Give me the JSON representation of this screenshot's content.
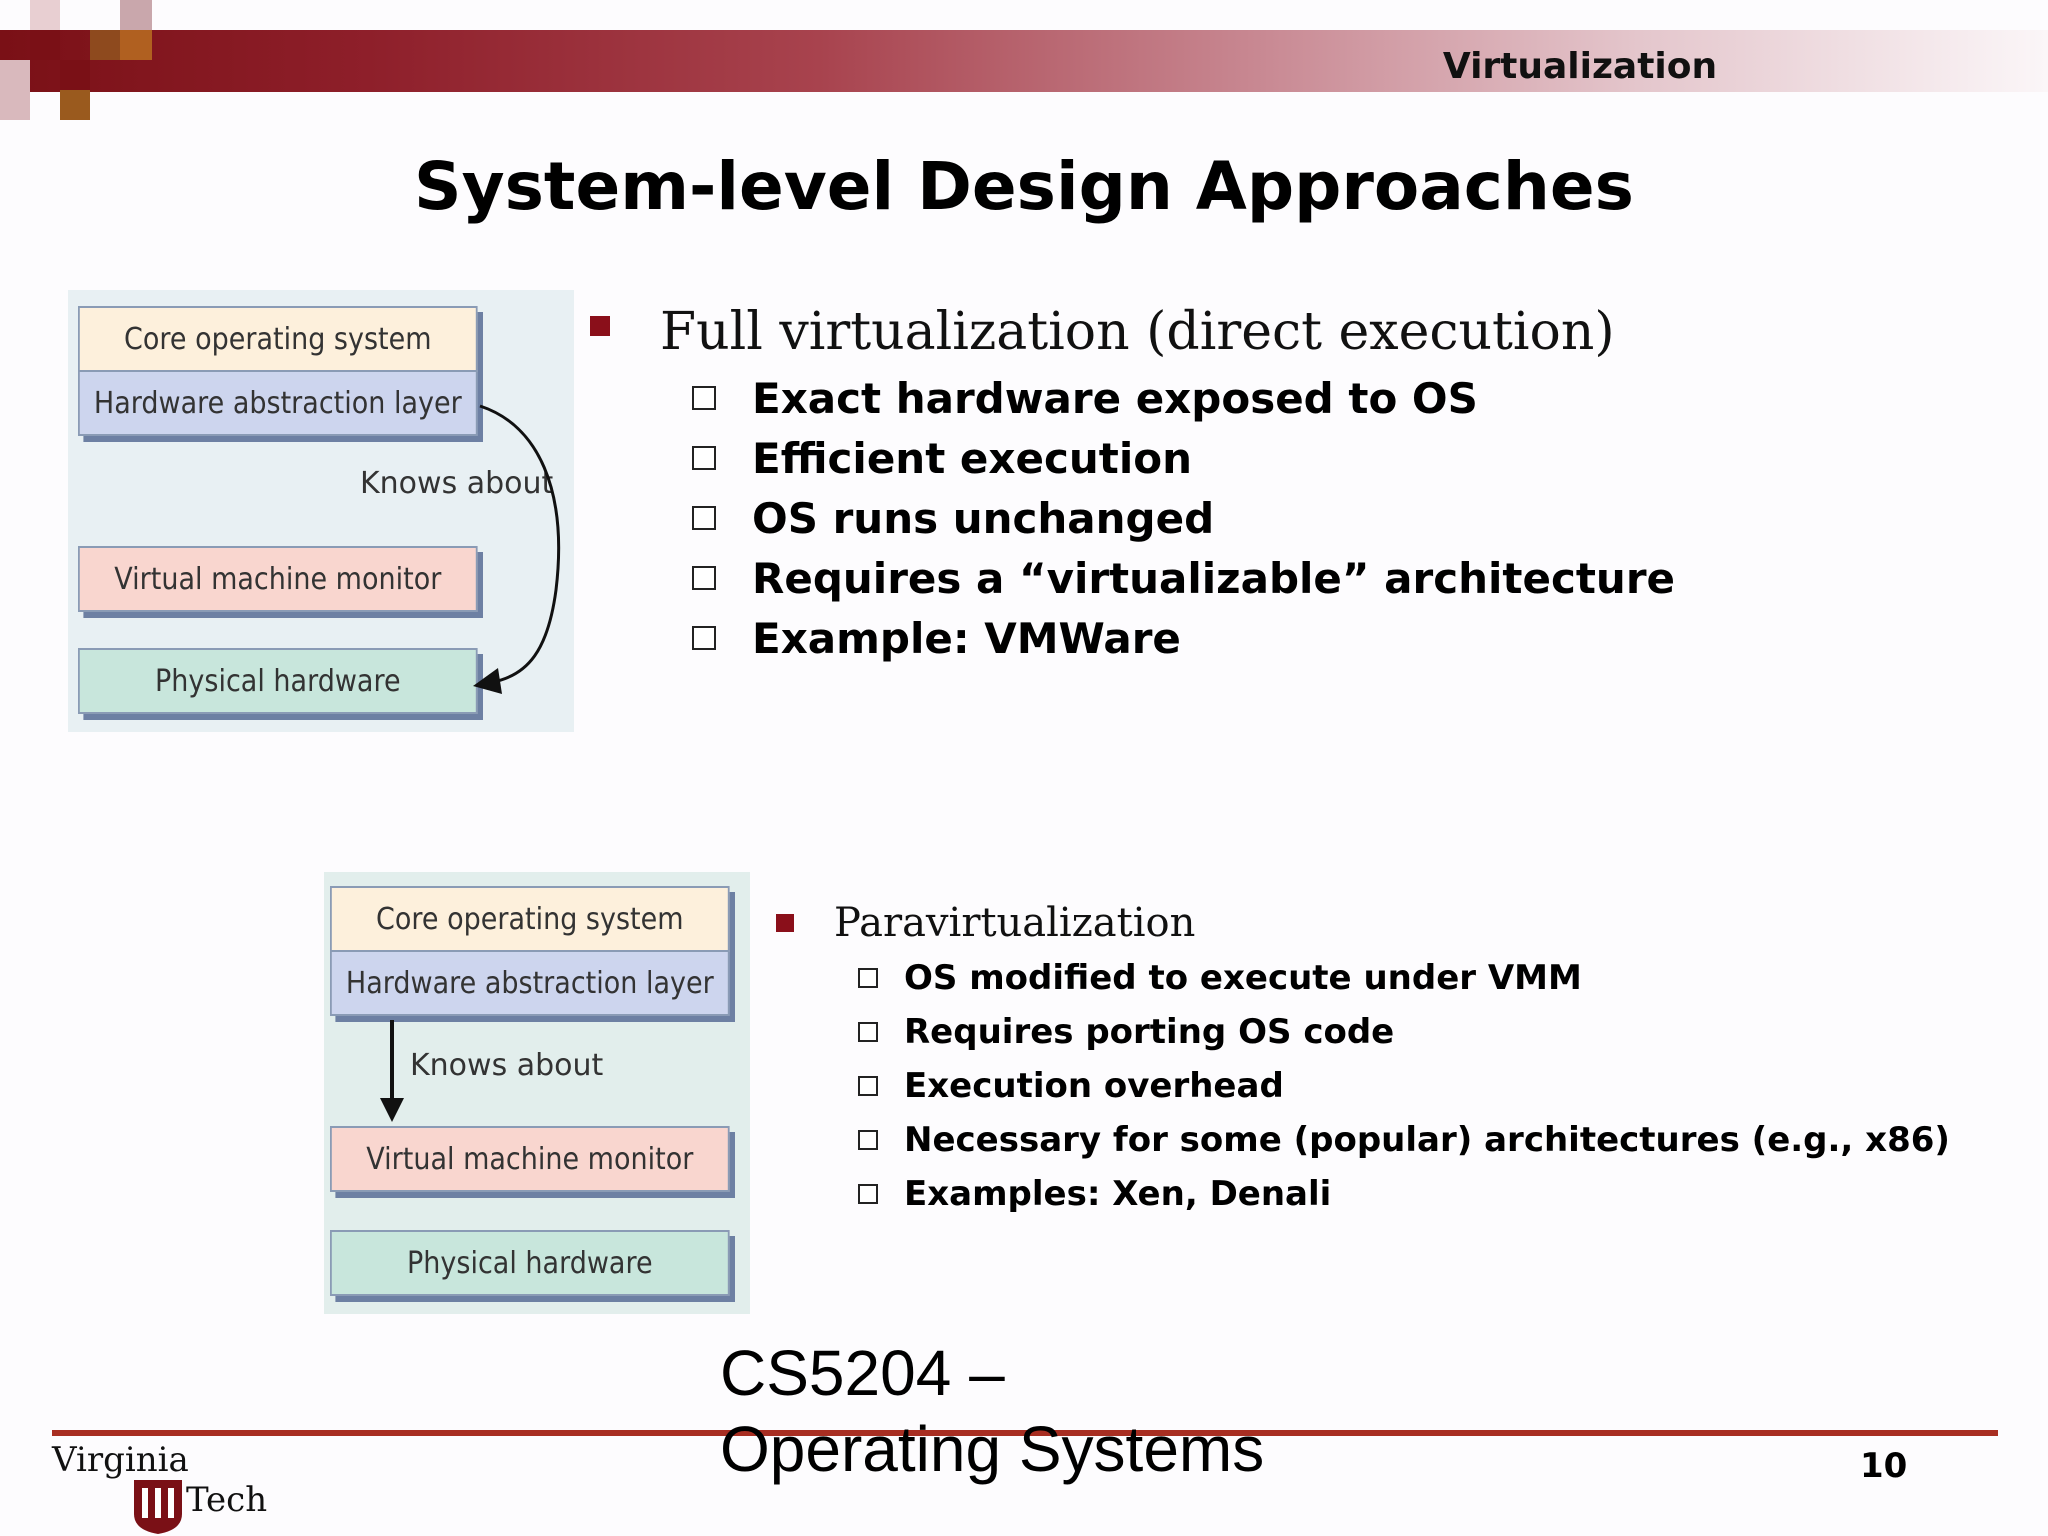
{
  "header": {
    "title": "Virtualization"
  },
  "slide": {
    "title": "System-level Design Approaches"
  },
  "diagram_top": {
    "core": "Core operating system",
    "hal": "Hardware abstraction layer",
    "knows": "Knows about",
    "vmm": "Virtual machine monitor",
    "phys": "Physical hardware"
  },
  "diagram_bottom": {
    "core": "Core operating system",
    "hal": "Hardware abstraction layer",
    "knows": "Knows about",
    "vmm": "Virtual machine monitor",
    "phys": "Physical hardware"
  },
  "full_virt": {
    "heading": "Full virtualization (direct execution)",
    "items": [
      "Exact hardware exposed to OS",
      "Efficient execution",
      "OS runs unchanged",
      "Requires a “virtualizable” architecture",
      "Example: VMWare"
    ]
  },
  "para_virt": {
    "heading": "Paravirtualization",
    "items": [
      "OS modified to execute under VMM",
      "Requires porting OS code",
      "Execution overhead",
      "Necessary for some (popular) architectures (e.g., x86)",
      "Examples: Xen, Denali"
    ]
  },
  "footer": {
    "course_line1": "CS5204 –",
    "course_line2": "Operating Systems",
    "page": "10",
    "logo_word1": "Virginia",
    "logo_word2": "Tech"
  },
  "colors": {
    "accent": "#8a0f1a",
    "core_box": "#fdf0dc",
    "hal_box": "#cdd5ee",
    "vmm_box": "#f9d6cf",
    "phys_box": "#c8e6dc"
  },
  "icons": [
    "square-bullet-icon",
    "hollow-square-bullet-icon",
    "arrow-icon",
    "virginia-tech-logo"
  ]
}
